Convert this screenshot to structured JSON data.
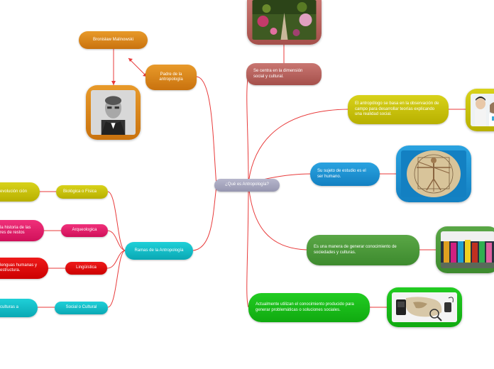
{
  "center": {
    "label": "¿Qué es Antropología?"
  },
  "nodes": {
    "padre": "Padre de la antropología",
    "malinowski": "Bronisław Malinowski",
    "dimension": "Se centra en la dimensión social y cultural.",
    "observacion": "El antropólogo se basa en la observación de campo para desarrollar teorías explicando una realidad social.",
    "sujeto": "Su sujeto de estudio es el ser humano.",
    "manera": "Es una manera de generar conocimiento de sociedades y culturas.",
    "actualmente": "Actualmente utilizan el conocimiento producido para generar problemáticas o soluciones sociales.",
    "ramas": "Ramas de la Antropología",
    "biologica": "Biológica o Física",
    "arqueologica": "Arqueologica",
    "linguistica": "Lingüística",
    "social": "Social o Cultural",
    "evolucion": "evolución ción",
    "historia": "la historia de las res de restos",
    "lenguas": "lenguas humanas y estructura.",
    "culturas": "culturas a"
  },
  "colors": {
    "link": "#e83a3a",
    "orange": "#d9831a",
    "brown": "#b5605b",
    "yellow": "#c8c00a",
    "blue": "#1f8fd0",
    "green": "#4a9a3a",
    "bright_green": "#18bb18",
    "teal": "#12bcc6",
    "pink": "#e0206a",
    "red": "#dd0b0b",
    "center": "#a6a6c0"
  },
  "icons": {
    "malinowski_photo": "portrait-photo-icon",
    "garden_photo": "garden-path-photo-icon",
    "people_photo": "people-photo-icon",
    "vitruvian": "vitruvian-man-icon",
    "dance": "dancers-photo-icon",
    "map_tools": "map-tools-photo-icon"
  }
}
